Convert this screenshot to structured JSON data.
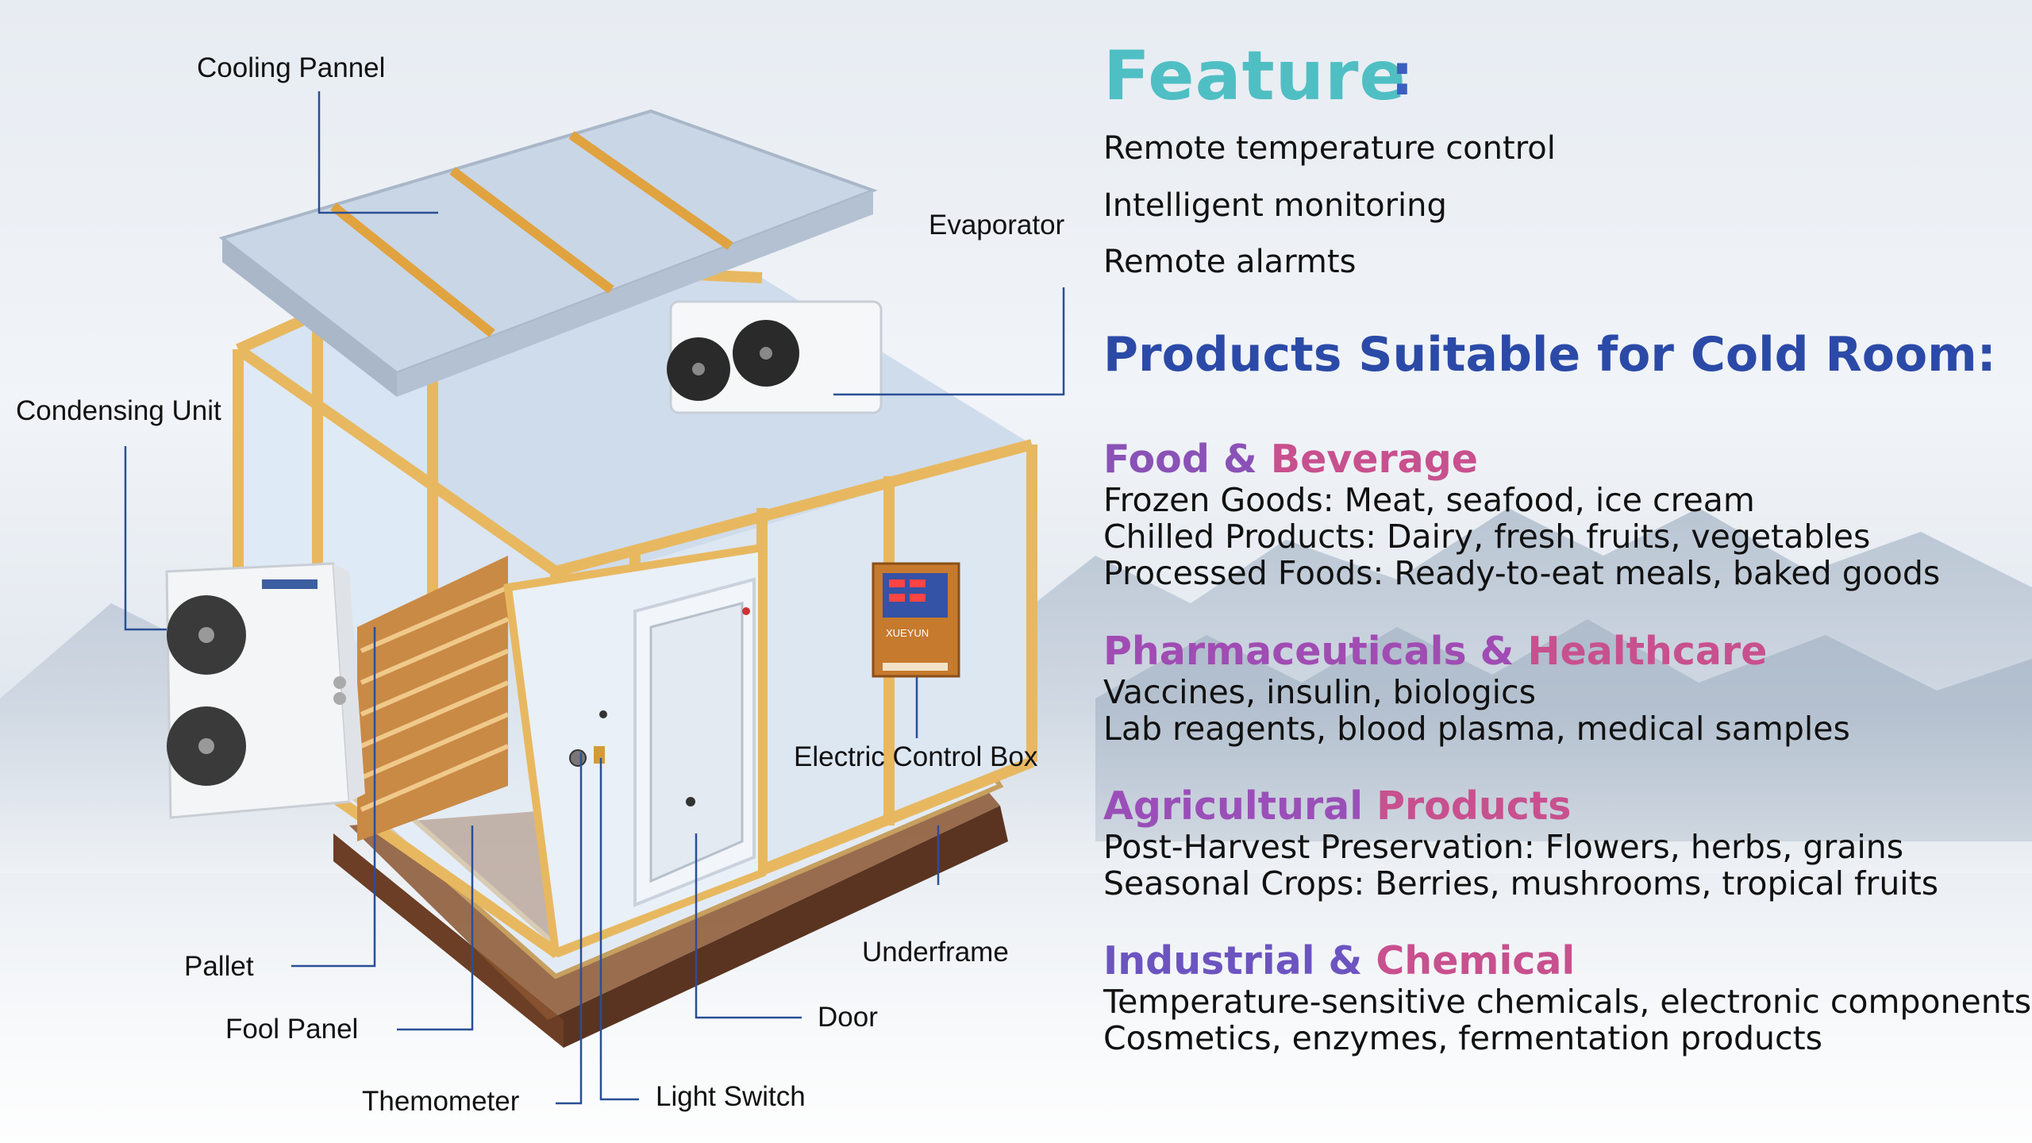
{
  "labels": {
    "cooling_panel": "Cooling Pannel",
    "evaporator": "Evaporator",
    "condensing_unit": "Condensing Unit",
    "electric_control_box": "Electric Control Box",
    "pallet": "Pallet",
    "floor_panel": "Fool Panel",
    "underframe": "Underframe",
    "door": "Door",
    "thermometer": "Themometer",
    "light_switch": "Light Switch"
  },
  "feature": {
    "title": "Feature",
    "colon": ":",
    "items": [
      "Remote temperature control",
      "Intelligent monitoring",
      "Remote alarmts"
    ]
  },
  "products": {
    "title": "Products Suitable for Cold Room:",
    "categories": [
      {
        "title_a": "Food & ",
        "title_b": "Beverage",
        "lines": [
          "Frozen Goods:  Meat, seafood, ice cream",
          "Chilled Products:  Dairy, fresh fruits, vegetables",
          "Processed Foods:  Ready-to-eat meals, baked goods"
        ]
      },
      {
        "title_a": "Pharmaceuticals & ",
        "title_b": "Healthcare",
        "lines": [
          "Vaccines, insulin, biologics",
          "Lab reagents, blood plasma, medical samples"
        ]
      },
      {
        "title_a": "Agricultural ",
        "title_b": "Products",
        "lines": [
          "Post-Harvest Preservation:  Flowers, herbs, grains",
          "Seasonal Crops:  Berries, mushrooms, tropical fruits"
        ]
      },
      {
        "title_a": "Industrial & ",
        "title_b": "Chemical",
        "lines": [
          "Temperature-sensitive chemicals, electronic components",
          "Cosmetics, enzymes, fermentation products"
        ]
      }
    ]
  },
  "device_text": {
    "brand": "XUEYUN"
  },
  "colors": {
    "feature_title": "#4fbfc4",
    "products_title": "#2b4aa8",
    "category_purple": "#8a52b6",
    "category_pink": "#c8508e",
    "frame_wood": "#e8b860",
    "panel": "#dfe8f3",
    "leader_line": "#2a4f96"
  }
}
